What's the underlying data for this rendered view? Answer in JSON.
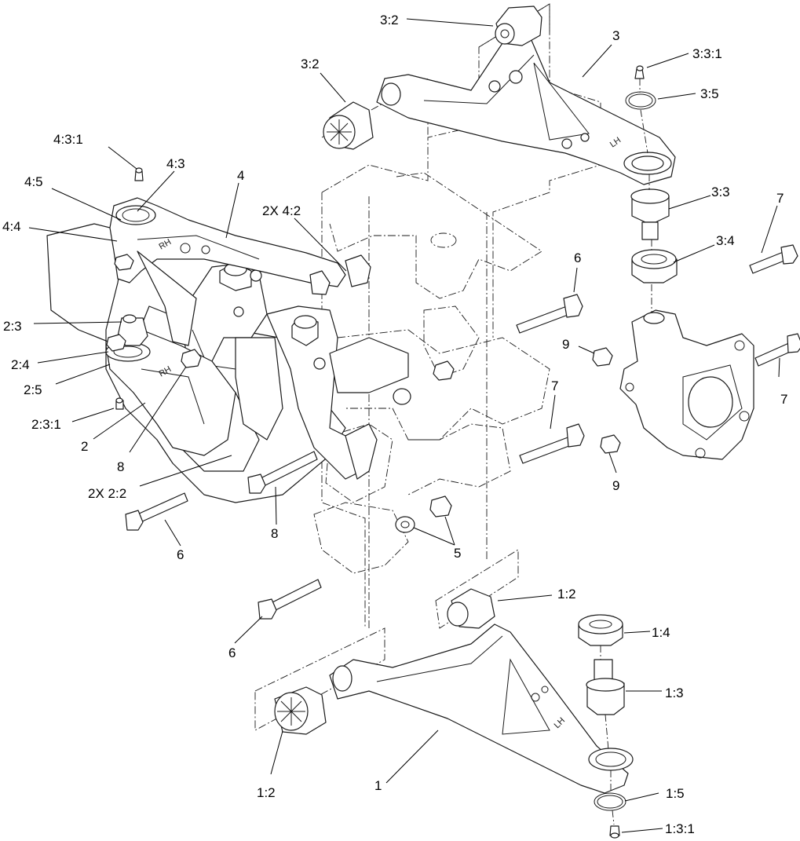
{
  "callouts": {
    "c3_2_top": "3:2",
    "c3": "3",
    "c3_2_left": "3:2",
    "c3_3_1": "3:3:1",
    "c3_5": "3:5",
    "c4_3_1": "4:3:1",
    "c4_3": "4:3",
    "c4": "4",
    "c4_5": "4:5",
    "c2x4_2": "2X 4:2",
    "c4_4": "4:4",
    "c3_3": "3:3",
    "c7_top": "7",
    "c3_4": "3:4",
    "c6_mid": "6",
    "c2_3": "2:3",
    "c9_top": "9",
    "c2_4": "2:4",
    "c2_5": "2:5",
    "c7_right": "7",
    "c7_mid": "7",
    "c2_3_1": "2:3:1",
    "c2": "2",
    "c8_left": "8",
    "c9_bottom": "9",
    "c2x2_2": "2X 2:2",
    "c8_bottom": "8",
    "c6_left": "6",
    "c5": "5",
    "c1_2_top": "1:2",
    "c1_4": "1:4",
    "c6_bottom": "6",
    "c1_3": "1:3",
    "c1_2_bottom": "1:2",
    "c1": "1",
    "c1_5": "1:5",
    "c1_3_1": "1:3:1"
  },
  "stamps": {
    "upper_right_arm": "LH",
    "upper_left_arm": "RH",
    "lower_left_arm": "RH",
    "lower_right_arm": "LH"
  }
}
